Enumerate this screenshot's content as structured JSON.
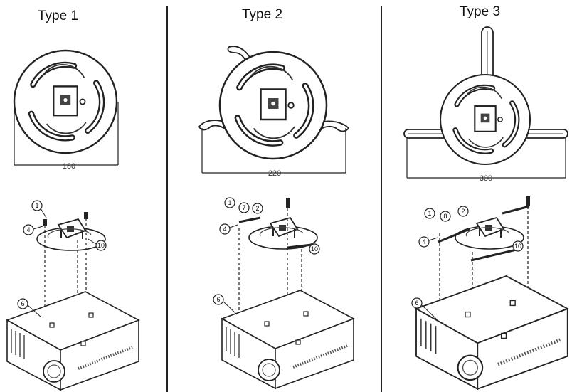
{
  "panels": [
    {
      "title": "Type 1",
      "dimension": "160",
      "callouts": [
        "1",
        "4",
        "10",
        "6"
      ]
    },
    {
      "title": "Type 2",
      "dimension": "220",
      "callouts": [
        "1",
        "7",
        "2",
        "4",
        "10",
        "6"
      ]
    },
    {
      "title": "Type 3",
      "dimension": "300",
      "callouts": [
        "1",
        "8",
        "2",
        "4",
        "10",
        "6"
      ]
    }
  ],
  "colors": {
    "line": "#222222",
    "background": "#ffffff"
  }
}
